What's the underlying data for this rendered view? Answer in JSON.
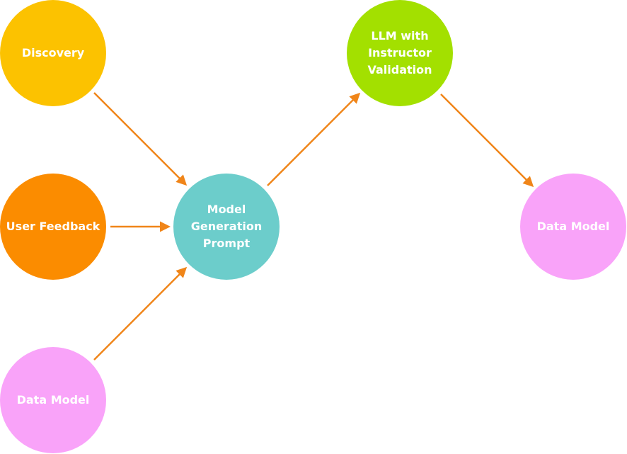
{
  "colors": {
    "discovery": "#fcc200",
    "user_feedback": "#fb8c00",
    "data_model": "#f9a3f9",
    "prompt": "#6ccdcb",
    "llm": "#a3e000",
    "arrow": "#f08519"
  },
  "nodes": {
    "discovery": "Discovery",
    "user_feedback": "User Feedback",
    "data_model_input": "Data Model",
    "model_generation_prompt": "Model\nGeneration\nPrompt",
    "llm_instructor": "LLM with\nInstructor\nValidation",
    "data_model_output": "Data Model"
  }
}
